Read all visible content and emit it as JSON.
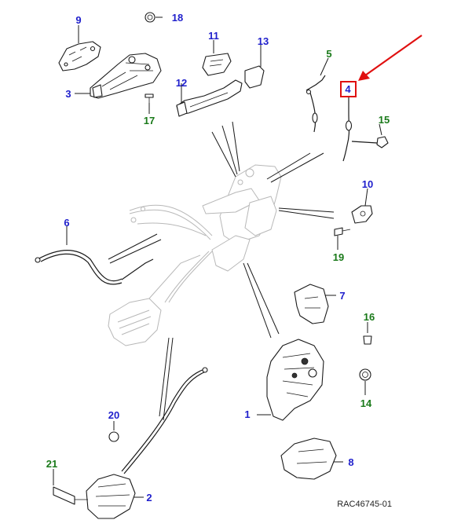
{
  "colors": {
    "blue_label": "#1f1fcc",
    "green_label": "#1a7a1a",
    "highlight": "#e01010",
    "line": "#1a1a1a",
    "ghost": "#b8b8b8"
  },
  "callouts": {
    "c1": "1",
    "c2": "2",
    "c3": "3",
    "c4": "4",
    "c5": "5",
    "c6": "6",
    "c7": "7",
    "c8": "8",
    "c9": "9",
    "c10": "10",
    "c11": "11",
    "c12": "12",
    "c13": "13",
    "c14": "14",
    "c15": "15",
    "c16": "16",
    "c17": "17",
    "c18": "18",
    "c19": "19",
    "c20": "20",
    "c21": "21"
  },
  "reference_code": "RAC46745-01",
  "highlighted_callout": "4"
}
